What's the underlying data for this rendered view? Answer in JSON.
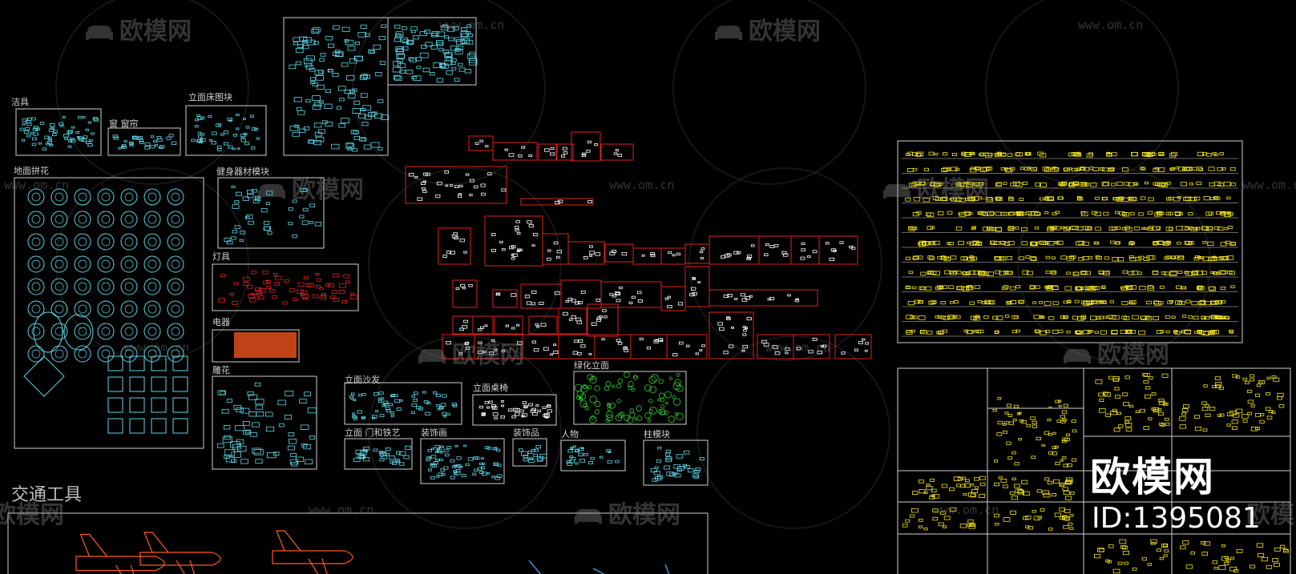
{
  "colors": {
    "background": "#000000",
    "cyan": "#5fd6e6",
    "red": "#e02020",
    "yellow": "#f0e020",
    "white": "#ffffff",
    "green": "#30d030",
    "orange": "#ff5a1f"
  },
  "watermark": {
    "brand": "欧模网",
    "url": "www.om.cn",
    "icon": "sofa-icon"
  },
  "overlay": {
    "brand": "欧模网",
    "id": "ID:1395081"
  },
  "labels": {
    "sanitary": "洁具",
    "window": "窗  窗帘",
    "bed_elevation": "立面床图块",
    "floor_pattern": "地面拼花",
    "fitness": "健身器材模块",
    "lamps": "灯具",
    "appliances": "电器",
    "carving": "雕花",
    "sofa_elevation": "立面沙发",
    "table_chair_elevation": "立面桌椅",
    "greening_elevation": "绿化立面",
    "door_window_elevation": "立面 门和铁艺",
    "decorative_painting": "装饰画",
    "ornaments": "装饰品",
    "people": "人物",
    "columns": "柱模块",
    "transport": "交通工具"
  }
}
